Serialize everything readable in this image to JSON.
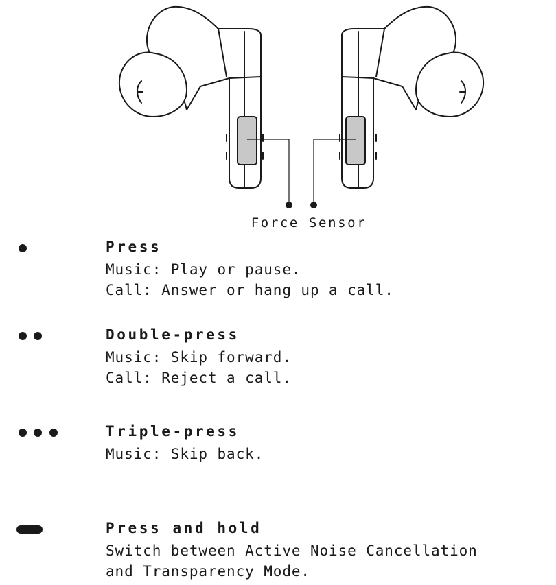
{
  "diagram": {
    "sensor_label": "Force Sensor",
    "sensor_color": "#c8c8c8",
    "line_color": "#1a1a1a"
  },
  "gestures": [
    {
      "icon": "single-dot-icon",
      "title": "Press",
      "lines": [
        "Music: Play or pause.",
        "Call: Answer or hang up a call."
      ]
    },
    {
      "icon": "double-dot-icon",
      "title": "Double-press",
      "lines": [
        "Music: Skip forward.",
        "Call: Reject a call."
      ]
    },
    {
      "icon": "triple-dot-icon",
      "title": "Triple-press",
      "lines": [
        "Music: Skip back."
      ]
    },
    {
      "icon": "hold-bar-icon",
      "title": "Press and hold",
      "lines": [
        "Switch between Active Noise Cancellation",
        "and Transparency Mode."
      ]
    }
  ]
}
